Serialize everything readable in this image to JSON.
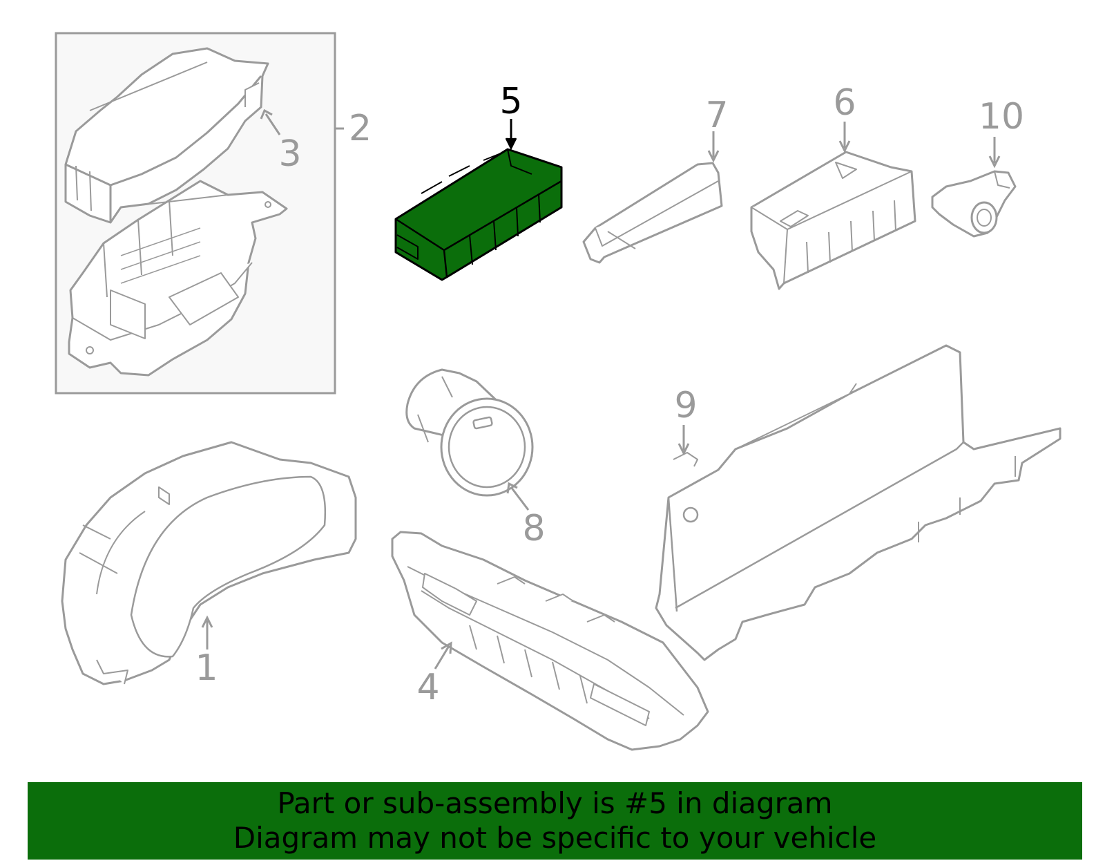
{
  "callouts": {
    "c1": "1",
    "c2": "2",
    "c3": "3",
    "c4": "4",
    "c5": "5",
    "c6": "6",
    "c7": "7",
    "c8": "8",
    "c9": "9",
    "c10": "10"
  },
  "highlighted_part": "5",
  "banner": {
    "line1": "Part or sub-assembly is #5 in diagram",
    "line2": "Diagram may not be specific to your vehicle"
  },
  "colors": {
    "highlight_fill": "#0b6e0b",
    "line_art": "#9a9a9a",
    "banner_bg": "#0b6e0b",
    "banner_text": "#000000"
  }
}
